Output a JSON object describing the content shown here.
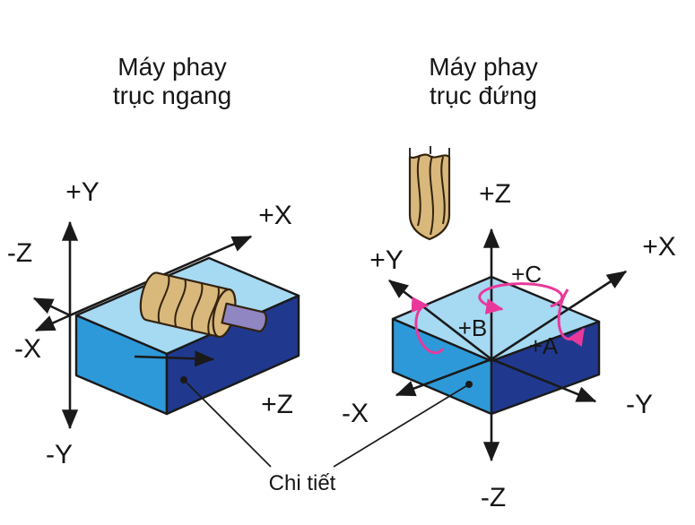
{
  "left_figure": {
    "title": [
      "Máy phay",
      "trục ngang"
    ],
    "axis_labels": {
      "pos_y": "+Y",
      "neg_y": "-Y",
      "pos_x": "+X",
      "neg_x": "-X",
      "pos_z": "+Z",
      "neg_z": "-Z"
    }
  },
  "right_figure": {
    "title": [
      "Máy phay",
      "trục đứng"
    ],
    "axis_labels": {
      "pos_z": "+Z",
      "neg_z": "-Z",
      "pos_x": "+X",
      "neg_x": "-X",
      "pos_y": "+Y",
      "neg_y": "-Y"
    },
    "rotation_labels": {
      "c": "+C",
      "b": "+B",
      "a": "+A"
    }
  },
  "caption": {
    "workpiece": "Chi tiết"
  },
  "colors": {
    "box_top": "#a6d9f2",
    "box_front": "#2e99d9",
    "box_side": "#20398e",
    "cutter": "#d9b87c",
    "shaft": "#8f86c2",
    "rotation_arrow": "#e8399a",
    "line": "#1a1a1a"
  }
}
